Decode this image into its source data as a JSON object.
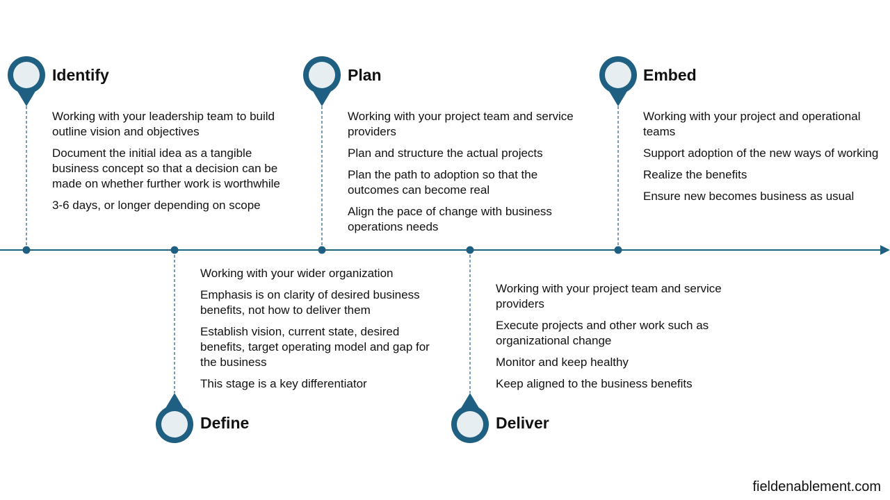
{
  "colors": {
    "accent": "#1f5f82",
    "pin_fill": "#e7eef2"
  },
  "timeline": {
    "arrow_icon": "arrow-right"
  },
  "stages": [
    {
      "id": "identify",
      "title": "Identify",
      "position": "above",
      "points": [
        "Working with your leadership team to build outline vision and objectives",
        "Document the initial idea as a tangible business concept so that a decision can be made on whether further work is worthwhile",
        "3-6 days, or longer depending on scope"
      ]
    },
    {
      "id": "define",
      "title": "Define",
      "position": "below",
      "points": [
        "Working with your wider organization",
        "Emphasis is on clarity of desired business benefits, not how to deliver them",
        "Establish vision, current state, desired benefits, target operating model and gap for the business",
        "This stage is a key differentiator"
      ]
    },
    {
      "id": "plan",
      "title": "Plan",
      "position": "above",
      "points": [
        "Working with your project team and service providers",
        "Plan and structure the actual projects",
        "Plan the path to adoption so that the outcomes can become real",
        "Align the pace of change with business operations needs"
      ]
    },
    {
      "id": "deliver",
      "title": "Deliver",
      "position": "below",
      "points": [
        "Working with your project team and service providers",
        "Execute projects and other work such as organizational change",
        "Monitor and keep healthy",
        "Keep aligned to the business benefits"
      ]
    },
    {
      "id": "embed",
      "title": "Embed",
      "position": "above",
      "points": [
        "Working with your project and operational teams",
        "Support adoption of the new ways of working",
        "Realize the benefits",
        "Ensure new becomes business as usual"
      ]
    }
  ],
  "footer": {
    "site": "fieldenablement.com"
  }
}
